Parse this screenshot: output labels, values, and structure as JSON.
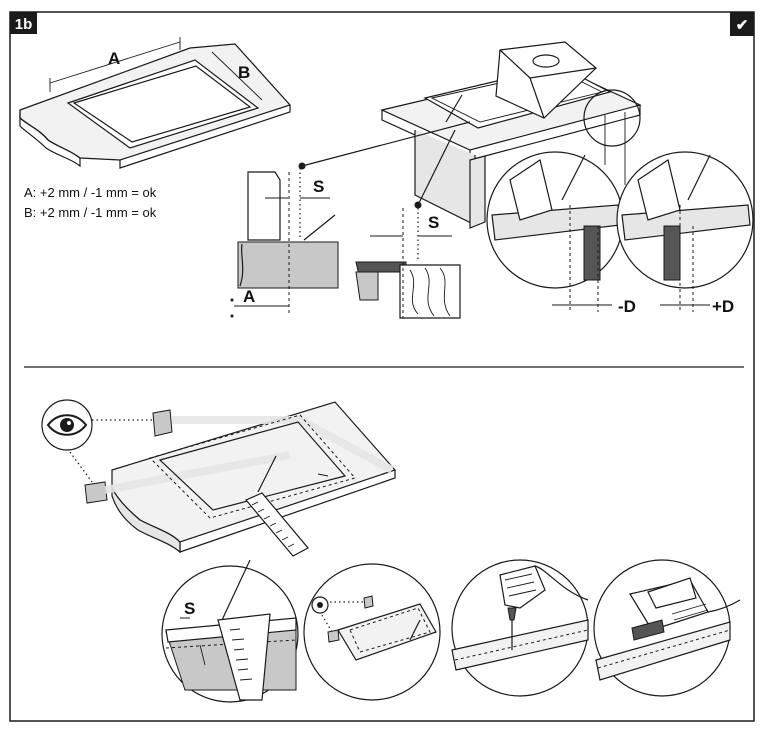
{
  "badge_step": "1b",
  "badge_check": "✔",
  "dimension_labels": {
    "a_top": "A",
    "b_top": "B",
    "a_bottom": "A",
    "s_left": "S",
    "s_right": "S",
    "s_bottom": "S",
    "minus_d": "-D",
    "plus_d": "+D"
  },
  "tolerances": {
    "a": "A: +2 mm / -1 mm  = ok",
    "b": "B: +2 mm / -1 mm  = ok"
  },
  "icons": [
    "eye-icon",
    "pencil-icon",
    "drill-icon",
    "jigsaw-icon",
    "ruler-icon",
    "checkmark-icon"
  ],
  "colors": {
    "ink": "#1a1a1a",
    "surface": "#f2f2f2",
    "shade": "#c8c8c8",
    "badge": "#1a1a1a"
  }
}
